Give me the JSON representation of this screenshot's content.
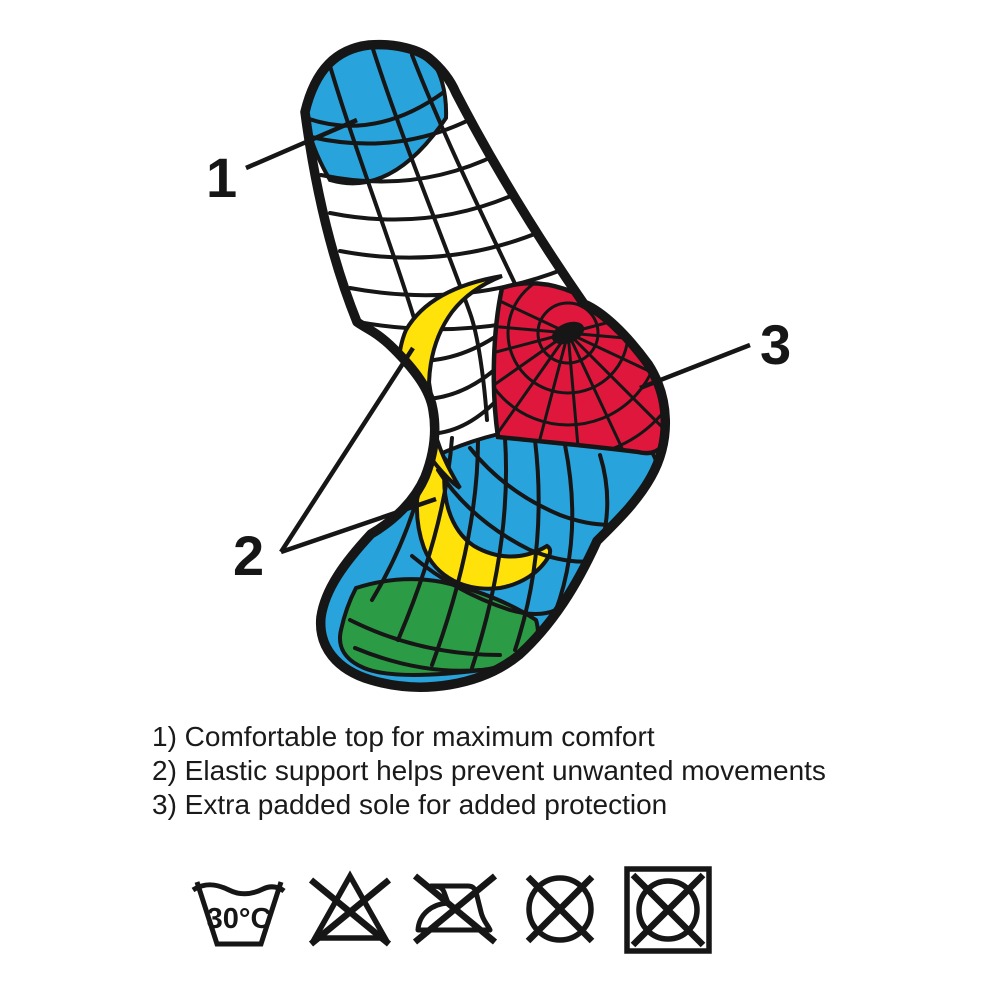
{
  "figure": {
    "title_hidden": "",
    "callouts": [
      {
        "number": "1",
        "target": "comfortable-top-cuff"
      },
      {
        "number": "2",
        "target": "elastic-support-bands"
      },
      {
        "number": "3",
        "target": "extra-padded-sole-heel"
      }
    ],
    "colors": {
      "cuff_blue": "#29A3DC",
      "heel_red": "#E0173C",
      "band_yellow": "#FFE20A",
      "toe_green": "#2B9B46",
      "outline": "#161616",
      "white": "#FFFFFF"
    }
  },
  "legend": {
    "items": [
      "1) Comfortable top for maximum comfort",
      "2) Elastic support helps prevent unwanted movements",
      "3) Extra padded sole for added protection"
    ]
  },
  "care_symbols": {
    "wash_temperature": "30°C",
    "items": [
      {
        "name": "wash-30c"
      },
      {
        "name": "do-not-bleach"
      },
      {
        "name": "do-not-iron"
      },
      {
        "name": "do-not-dry-clean"
      },
      {
        "name": "do-not-tumble-dry"
      }
    ]
  }
}
